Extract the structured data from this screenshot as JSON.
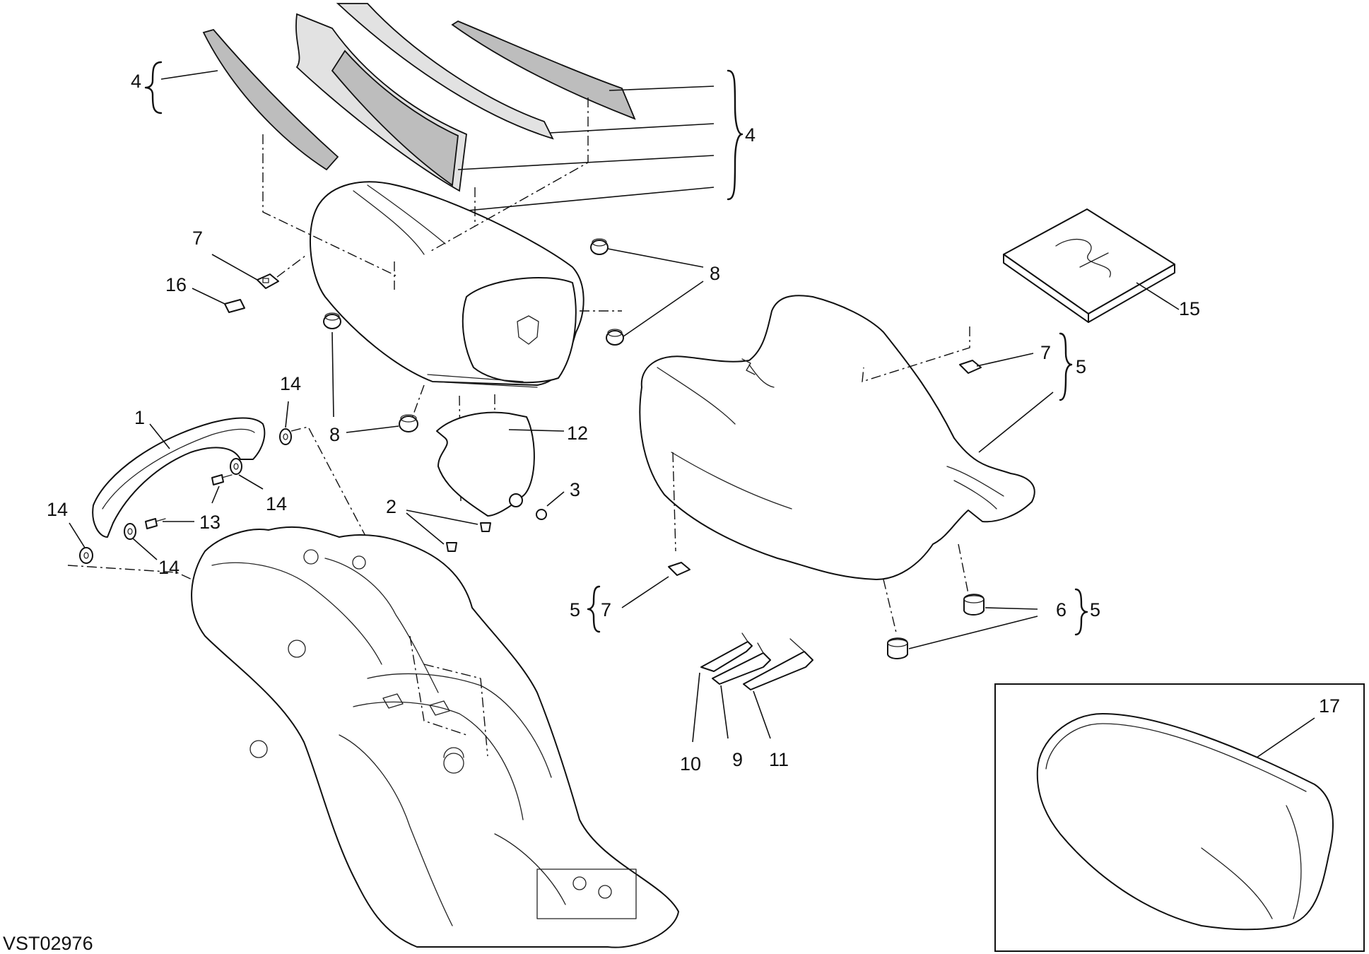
{
  "diagram": {
    "drawing_code": "VST02976",
    "callouts": [
      {
        "label": "1"
      },
      {
        "label": "2"
      },
      {
        "label": "3"
      },
      {
        "label": "4"
      },
      {
        "label": "4"
      },
      {
        "label": "5"
      },
      {
        "label": "5"
      },
      {
        "label": "5"
      },
      {
        "label": "6"
      },
      {
        "label": "7"
      },
      {
        "label": "7"
      },
      {
        "label": "7"
      },
      {
        "label": "8"
      },
      {
        "label": "8"
      },
      {
        "label": "9"
      },
      {
        "label": "10"
      },
      {
        "label": "11"
      },
      {
        "label": "12"
      },
      {
        "label": "13"
      },
      {
        "label": "14"
      },
      {
        "label": "14"
      },
      {
        "label": "14"
      },
      {
        "label": "14"
      },
      {
        "label": "15"
      },
      {
        "label": "16"
      },
      {
        "label": "17"
      }
    ],
    "parts": [
      {
        "icon": "passenger-grab-handle"
      },
      {
        "icon": "rear-seat-cover"
      },
      {
        "icon": "rider-seat"
      },
      {
        "icon": "rear-subframe"
      },
      {
        "icon": "decal-strip"
      },
      {
        "icon": "allen-key-set"
      },
      {
        "icon": "owner-manual-booklet"
      },
      {
        "icon": "passenger-seat-inset"
      }
    ]
  }
}
